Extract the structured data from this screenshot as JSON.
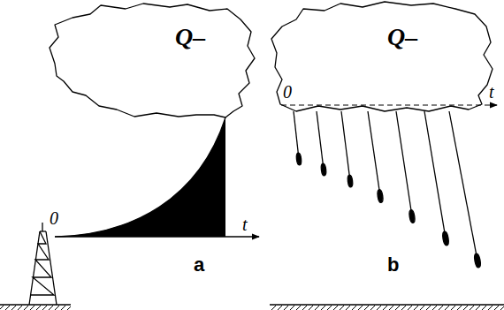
{
  "diagram": {
    "nodes": [
      {
        "text": [
          "Q–"
        ]
      },
      {
        "text": [
          "Q–"
        ]
      }
    ],
    "labels": [
      "0",
      "t",
      "a",
      "0",
      "t",
      "b"
    ]
  }
}
